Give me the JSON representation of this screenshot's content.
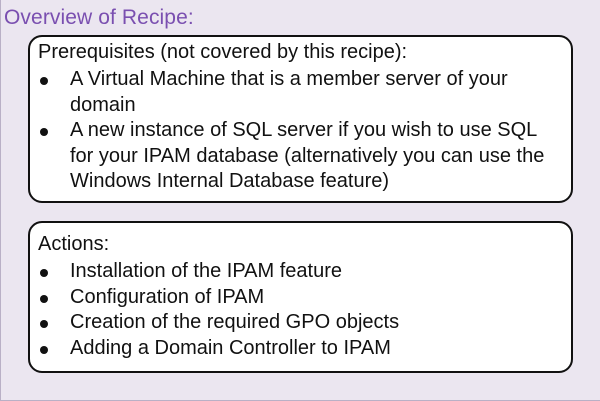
{
  "title": "Overview of Recipe:",
  "prerequisites": {
    "heading": "Prerequisites (not covered by this recipe):",
    "items": [
      "A Virtual Machine that is a member server of your domain",
      "A new instance of SQL server if you wish to use SQL for your IPAM database (alternatively you can use the Windows Internal Database feature)"
    ]
  },
  "actions": {
    "heading": "Actions:",
    "items": [
      "Installation of the IPAM feature",
      "Configuration of IPAM",
      "Creation of the required GPO objects",
      "Adding a Domain Controller to IPAM"
    ]
  },
  "colors": {
    "background": "#ebe6f0",
    "title": "#7a4fb0",
    "box_border": "#111111",
    "box_fill": "#ffffff"
  }
}
